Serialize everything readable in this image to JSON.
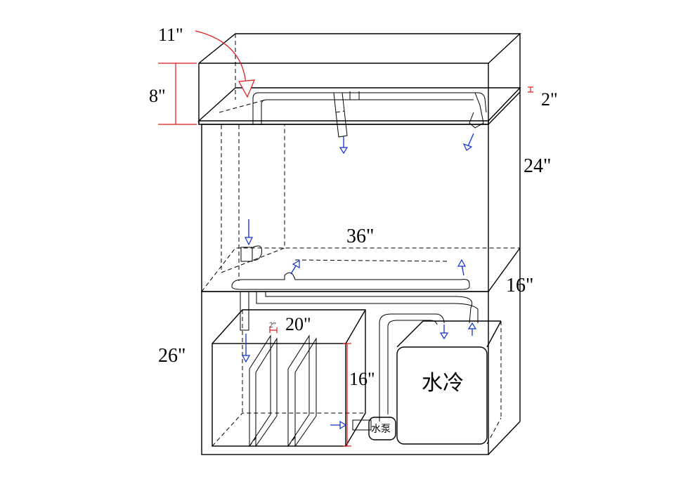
{
  "dimensions": {
    "top_tank_depth": "11\"",
    "top_tank_height": "8\"",
    "tray_gap": "2\"",
    "main_tank_height": "24\"",
    "main_tank_width": "36\"",
    "main_tank_depth": "16\"",
    "cabinet_height": "26\"",
    "sump_width": "20\"",
    "sump_height": "16\"",
    "baffle_gap": "2\""
  },
  "equipment": {
    "chiller": "水冷",
    "pump": "水泵"
  },
  "colors": {
    "line": "#000000",
    "dimension": "#e01818",
    "flow_arrow": "#1030d0"
  }
}
